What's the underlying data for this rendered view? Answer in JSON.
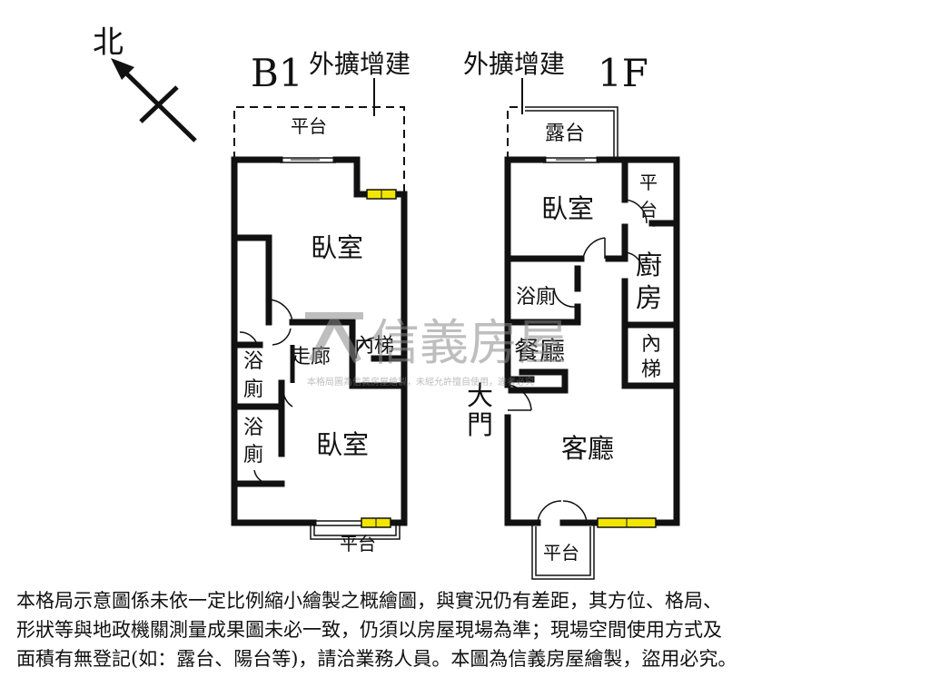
{
  "compass": {
    "north_label": "北"
  },
  "b1": {
    "floor_label": "B1",
    "extension_label": "外擴增建",
    "rooms": {
      "terrace_top": "平台",
      "bedroom_upper": "臥室",
      "corridor": "走廊",
      "inner_stair": "內梯",
      "bath_upper_1": "浴",
      "bath_upper_2": "廁",
      "bath_lower_1": "浴",
      "bath_lower_2": "廁",
      "bedroom_lower": "臥室",
      "terrace_bottom": "平台"
    }
  },
  "f1": {
    "floor_label": "1F",
    "extension_label": "外擴增建",
    "rooms": {
      "balcony": "露台",
      "bedroom": "臥室",
      "terrace_side_1": "平",
      "terrace_side_2": "台",
      "kitchen_1": "廚",
      "kitchen_2": "房",
      "bathroom": "浴廁",
      "dining": "餐廳",
      "inner_stair_1": "內",
      "inner_stair_2": "梯",
      "entrance_1": "大",
      "entrance_2": "門",
      "living": "客廳",
      "terrace_bottom": "平台"
    }
  },
  "watermark": {
    "brand": "信義房屋",
    "subtext": "本格局圖為信義房屋繪製，未經允許擅自使用，違者必究"
  },
  "disclaimer": {
    "line1": "本格局示意圖係未依一定比例縮小繪製之概繪圖，與實況仍有差距，其方位、格局、",
    "line2": "形狀等與地政機關測量成果圖未必一致，仍須以房屋現場為準；現場空間使用方式及",
    "line3": "面積有無登記(如：露台、陽台等)，請洽業務人員。本圖為信義房屋繪製，盜用必究。"
  },
  "colors": {
    "wall": "#111111",
    "window_fill": "#f2e600",
    "watermark": "#8a8a8a"
  }
}
